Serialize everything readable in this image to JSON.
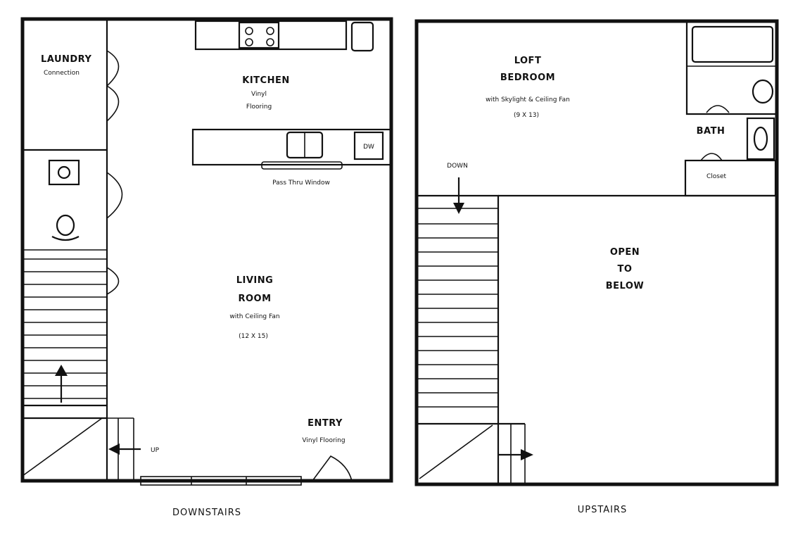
{
  "downstairs": {
    "caption": "DOWNSTAIRS",
    "laundry": {
      "title": "LAUNDRY",
      "note": "Connection"
    },
    "kitchen": {
      "title": "KITCHEN",
      "note1": "Vinyl",
      "note2": "Flooring"
    },
    "dishwasher": "DW",
    "pass_window": "Pass Thru Window",
    "living": {
      "title1": "LIVING",
      "title2": "ROOM",
      "note": "with Ceiling Fan",
      "size": "(12 X 15)"
    },
    "entry": {
      "title": "ENTRY",
      "note": "Vinyl Flooring"
    },
    "stairs_label": "UP"
  },
  "upstairs": {
    "caption": "UPSTAIRS",
    "loft": {
      "title1": "LOFT",
      "title2": "BEDROOM",
      "note": "with Skylight & Ceiling Fan",
      "size": "(9 X 13)"
    },
    "bath": "BATH",
    "closet": "Closet",
    "down": "DOWN",
    "open": {
      "line1": "OPEN",
      "line2": "TO",
      "line3": "BELOW"
    }
  }
}
